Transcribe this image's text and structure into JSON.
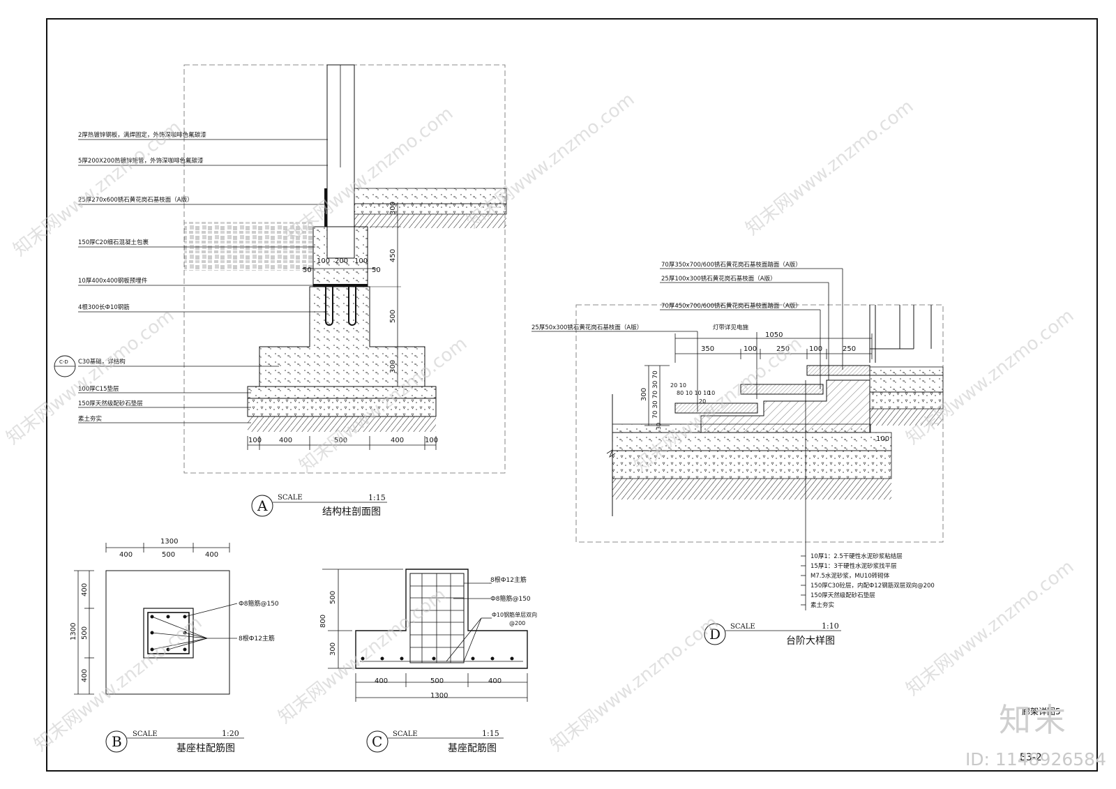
{
  "drawing_a": {
    "letter": "A",
    "scale_word": "SCALE",
    "ratio": "1:15",
    "title": "结构柱剖面图",
    "labels": [
      "2厚热镀锌钢板，满焊固定，外饰深咖啡色氟碳漆",
      "5厚200X200热镀锌矩管，外饰深咖啡色氟碳漆",
      "25厚270x600锈石黄花岗石基枝面（A版）",
      "150厚C20细石混凝土包裹",
      "10厚400x400钢板预埋件",
      "4根300长Ф10钢筋",
      "C30基础，详结构",
      "100厚C15垫层",
      "150厚天然级配砂石垫层",
      "素土夯实"
    ],
    "dims_bottom": [
      "100",
      "400",
      "500",
      "400",
      "100"
    ],
    "dims_mid": [
      "50",
      "100",
      "200",
      "100",
      "50"
    ],
    "dims_v": [
      "450",
      "500",
      "300",
      "300"
    ],
    "callout": "C-D"
  },
  "drawing_b": {
    "letter": "B",
    "scale_word": "SCALE",
    "ratio": "1:20",
    "title": "基座柱配筋图",
    "dims_top_total": "1300",
    "dims_top": [
      "400",
      "500",
      "400"
    ],
    "dims_left_total": "1300",
    "dims_left": [
      "400",
      "500",
      "400"
    ],
    "labels": [
      "Ф8箍筋@150",
      "8根Ф12主筋"
    ]
  },
  "drawing_c": {
    "letter": "C",
    "scale_word": "SCALE",
    "ratio": "1:15",
    "title": "基座配筋图",
    "dims_left_total": "800",
    "dims_left": [
      "500",
      "300"
    ],
    "dims_bottom": [
      "400",
      "500",
      "400"
    ],
    "dims_bottom_total": "1300",
    "labels": [
      "8根Ф12主筋",
      "Ф8箍筋@150",
      "Ф10钢筋单层双向",
      "@200"
    ]
  },
  "drawing_d": {
    "letter": "D",
    "scale_word": "SCALE",
    "ratio": "1:10",
    "title": "台阶大样图",
    "top_labels": [
      "70厚350x700/600锈石黄花岗石基枝面踏面（A版）",
      "25厚100x300锈石黄花岗石基枝面（A版）",
      "70厚450x700/600锈石黄花岗石基枝面踏面（A版）",
      "25厚50x300锈石黄花岗石基枝面（A版）",
      "灯带详见电施"
    ],
    "dim_total": "1050",
    "dims_top": [
      "350",
      "100",
      "250",
      "100",
      "250"
    ],
    "dims_left": [
      "300",
      "70 30 70 30 70"
    ],
    "dims_small": [
      "20 10",
      "80 10 10 10",
      "10",
      "20",
      "30"
    ],
    "dim_right": "100",
    "bottom_labels": [
      "10厚1：2.5干硬性水泥砂浆粘结层",
      "15厚1：3干硬性水泥砂浆找平层",
      "M7.5水泥砂浆，MU10砖砌体",
      "150厚C30砼层，内配Ф12钢筋双层双向@200",
      "150厚天然级配砂石垫层",
      "素土夯实"
    ]
  },
  "title_block": {
    "sheet_name": "廊架详图5",
    "sheet_no": "E3-2"
  },
  "watermark": {
    "text": "知末网www.znzmo.com",
    "brand": "知末",
    "id": "ID: 1148926584"
  }
}
